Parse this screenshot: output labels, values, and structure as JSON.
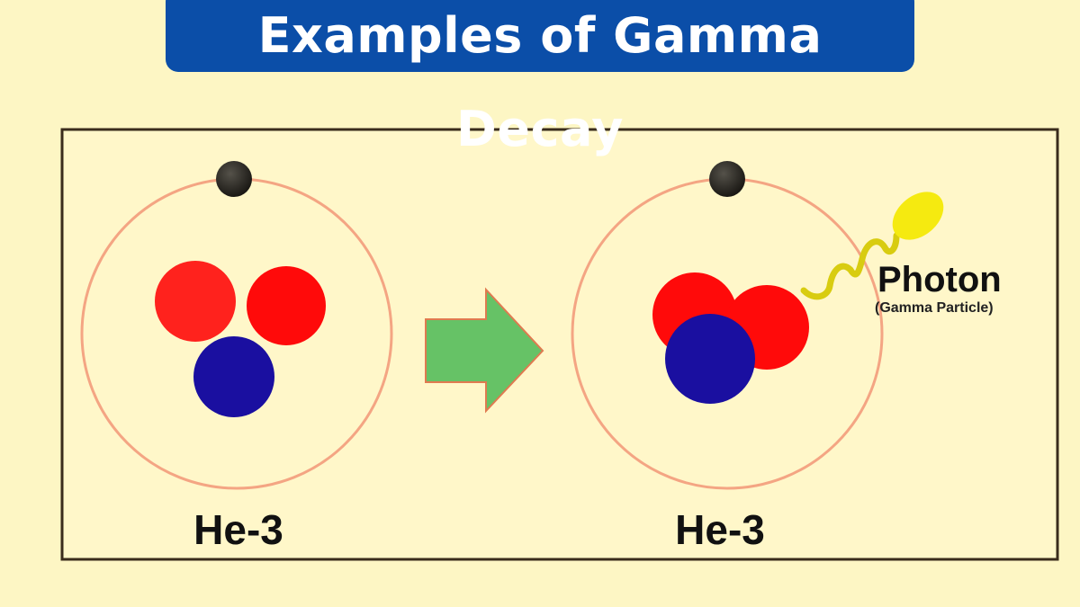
{
  "title": "Examples of Gamma Decay",
  "diagram": {
    "left_atom": {
      "label": "He-3"
    },
    "right_atom": {
      "label": "He-3"
    },
    "photon": {
      "label": "Photon",
      "sublabel": "(Gamma Particle)"
    },
    "colors": {
      "title_bg": "#0b4ea8",
      "background": "#fdf6c4",
      "panel": "#fff7c9",
      "orbit": "#f4a583",
      "proton": "#ff0a0a",
      "neutron": "#1a0fa0",
      "electron": "#262420",
      "arrow": "#66c266",
      "photon": "#f5ea10"
    }
  }
}
